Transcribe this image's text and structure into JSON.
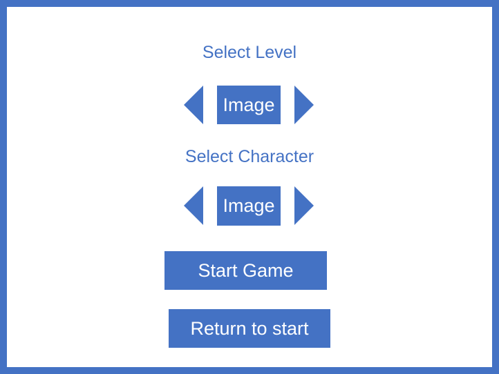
{
  "level": {
    "heading": "Select Level",
    "image_label": "Image",
    "prev_icon": "triangle-left-icon",
    "next_icon": "triangle-right-icon"
  },
  "character": {
    "heading": "Select Character",
    "image_label": "Image",
    "prev_icon": "triangle-left-icon",
    "next_icon": "triangle-right-icon"
  },
  "buttons": {
    "start_game": "Start Game",
    "return_to_start": "Return to start"
  },
  "colors": {
    "accent": "#4472c4",
    "background": "#ffffff",
    "button_text": "#ffffff"
  }
}
